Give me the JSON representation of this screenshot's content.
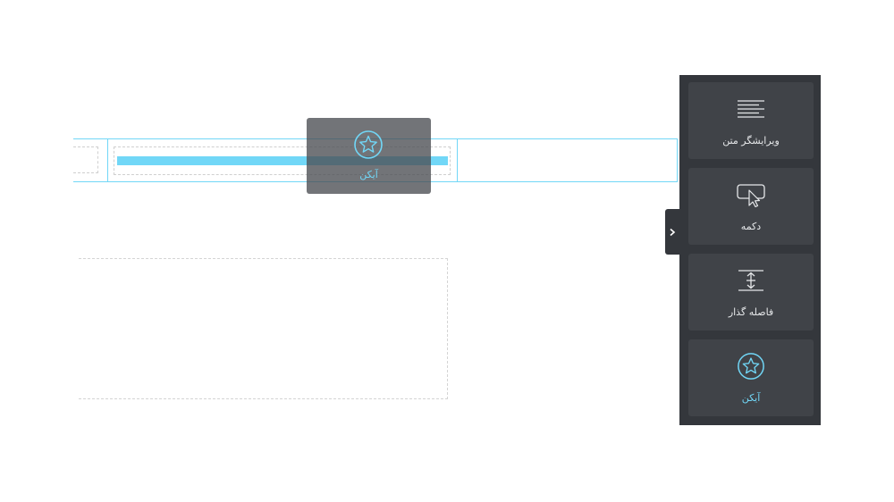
{
  "drag_ghost": {
    "label": "آیکن",
    "icon": "star-circle-icon"
  },
  "panel": {
    "toggle_icon": "chevron-right-icon",
    "widgets": [
      {
        "label": "ویرایشگر متن",
        "icon": "text-lines-icon"
      },
      {
        "label": "دکمه",
        "icon": "button-cursor-icon"
      },
      {
        "label": "فاصله گذار",
        "icon": "spacer-icon"
      },
      {
        "label": "آیکن",
        "icon": "star-circle-icon",
        "active": true
      }
    ]
  },
  "colors": {
    "accent": "#71d7f7",
    "panel_bg": "#34373c",
    "widget_bg": "#404348",
    "ghost_bg": "#4a4d52",
    "label_text": "#e6e8ea"
  }
}
